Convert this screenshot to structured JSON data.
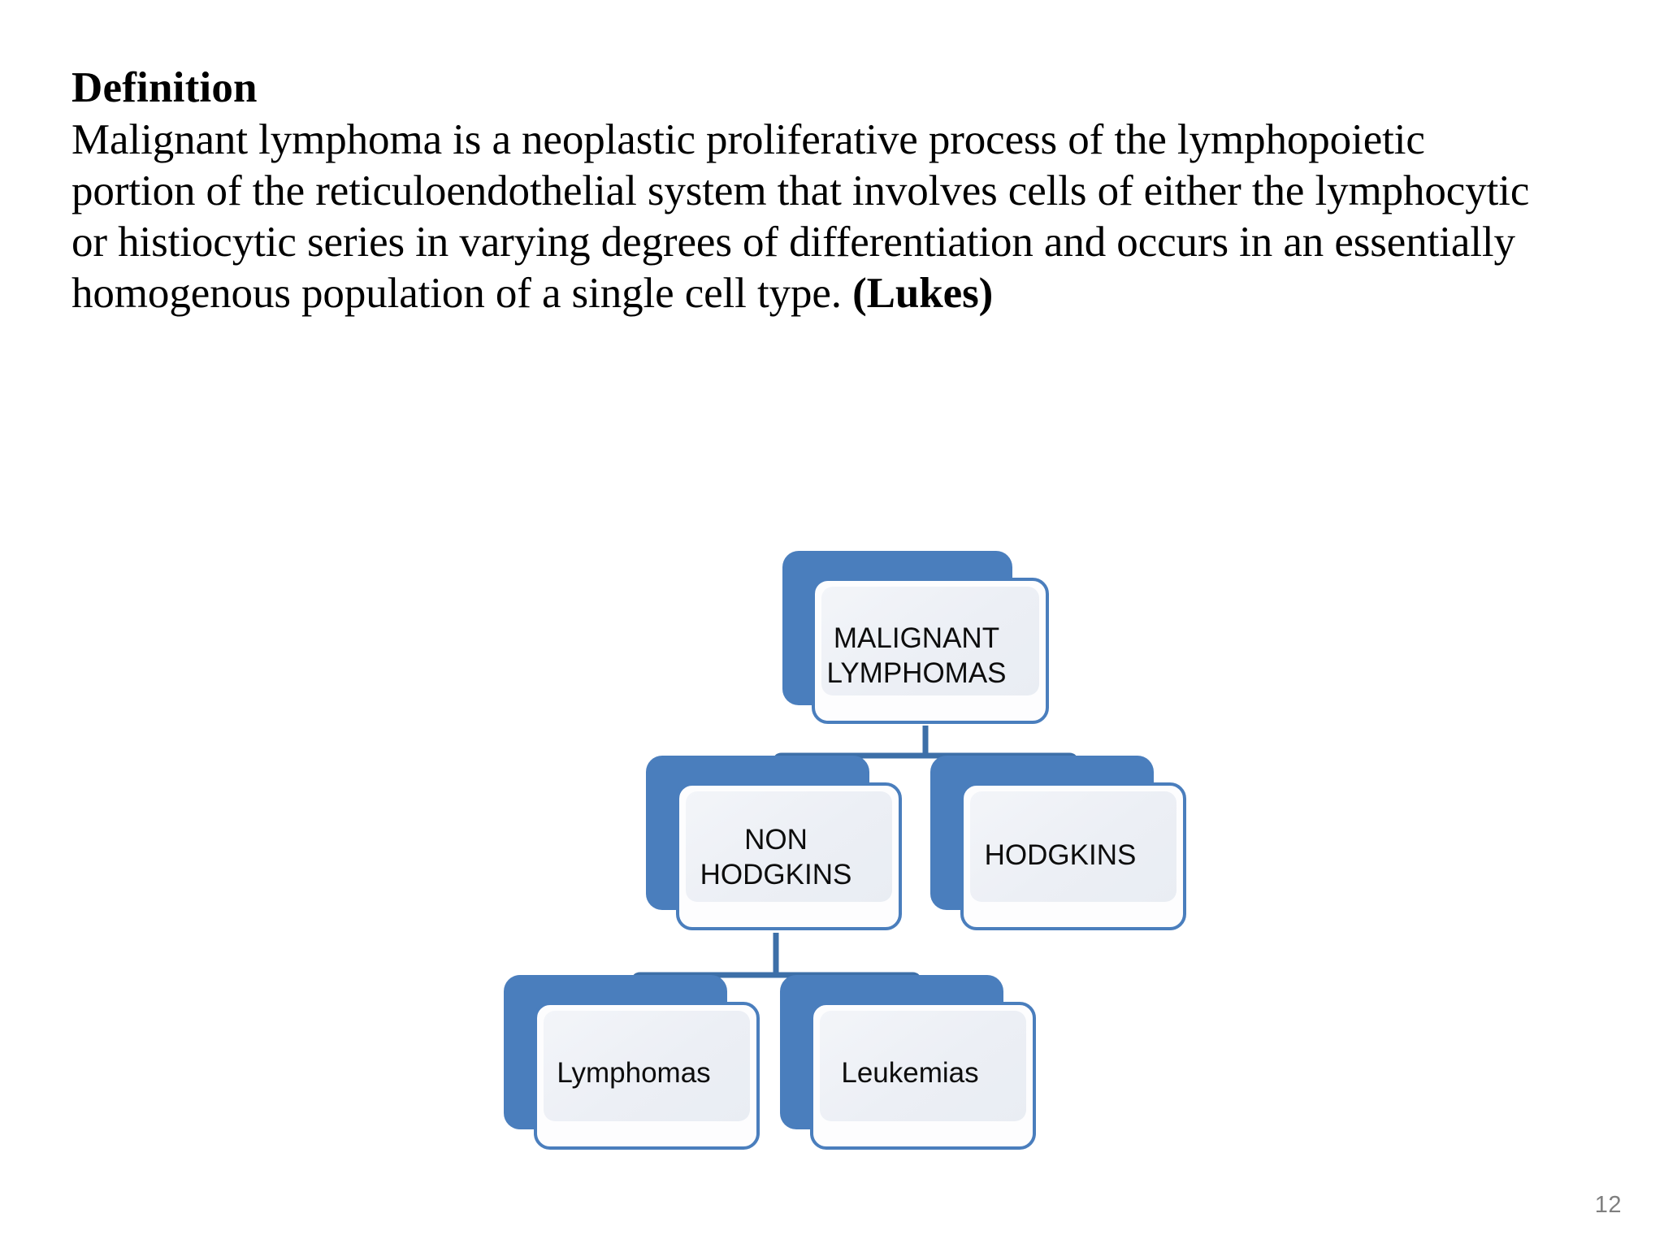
{
  "slide": {
    "heading": "Definition",
    "body": "Malignant lymphoma is a neoplastic proliferative process of the lymphopoietic portion of the reticuloendothelial system that involves cells of either the lymphocytic or histiocytic series in varying degrees of differentiation and occurs in an essentially homogenous population of a single cell type. ",
    "attribution": "(Lukes)",
    "page_number": "12"
  },
  "colors": {
    "node_blue": "#4a7ebd",
    "node_border": "#4a7ebd",
    "node_fill": "#eceff5",
    "connector": "#3d6fa8",
    "text": "#000000",
    "page_number": "#7f7f7f"
  },
  "diagram": {
    "type": "hierarchy",
    "nodes": [
      {
        "id": "malignant-lymphomas",
        "label": "MALIGNANT\nLYMPHOMAS",
        "level": 0,
        "parent": null
      },
      {
        "id": "non-hodgkins",
        "label": "NON\nHODGKINS",
        "level": 1,
        "parent": "malignant-lymphomas"
      },
      {
        "id": "hodgkins",
        "label": "HODGKINS",
        "level": 1,
        "parent": "malignant-lymphomas"
      },
      {
        "id": "lymphomas",
        "label": "Lymphomas",
        "level": 2,
        "parent": "non-hodgkins"
      },
      {
        "id": "leukemias",
        "label": "Leukemias",
        "level": 2,
        "parent": "non-hodgkins"
      }
    ],
    "edges": [
      {
        "from": "malignant-lymphomas",
        "to": "non-hodgkins"
      },
      {
        "from": "malignant-lymphomas",
        "to": "hodgkins"
      },
      {
        "from": "non-hodgkins",
        "to": "lymphomas"
      },
      {
        "from": "non-hodgkins",
        "to": "leukemias"
      }
    ]
  }
}
